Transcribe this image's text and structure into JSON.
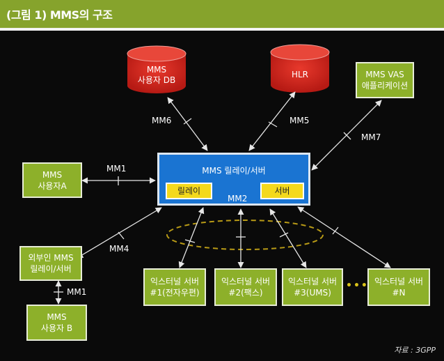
{
  "title": "(그림 1) MMS의 구조",
  "source": "자료 : 3GPP",
  "nodes": {
    "user_db": [
      "MMS",
      "사용자 DB"
    ],
    "hlr": "HLR",
    "vas": [
      "MMS VAS",
      "애플리케이션"
    ],
    "relay_server": {
      "title": "MMS 릴레이/서버",
      "relay": "릴레이",
      "server": "서버"
    },
    "user_a": [
      "MMS",
      "사용자A"
    ],
    "external_relay": [
      "외부인 MMS",
      "릴레이/서버"
    ],
    "user_b": [
      "MMS",
      "사용자 B"
    ],
    "external_servers": [
      [
        "익스터널 서버",
        "#1(전자우편)"
      ],
      [
        "익스터널 서버",
        "#2(팩스)"
      ],
      [
        "익스터널 서버",
        "#3(UMS)"
      ],
      [
        "익스터널 서버",
        "#N"
      ]
    ],
    "ellipsis": "•••"
  },
  "interfaces": {
    "mm1_top": "MM1",
    "mm1_bottom": "MM1",
    "mm2": "MM2",
    "mm4": "MM4",
    "mm5": "MM5",
    "mm6": "MM6",
    "mm7": "MM7"
  },
  "colors": {
    "title_bar": "#86a32c",
    "green_box": "#8db02a",
    "relay_blue": "#1a74d2",
    "yellow_box": "#f4d91c",
    "cylinder_red": "#d8261e",
    "dashed_ellipse": "#b89a16",
    "background": "#0a0a0a"
  }
}
